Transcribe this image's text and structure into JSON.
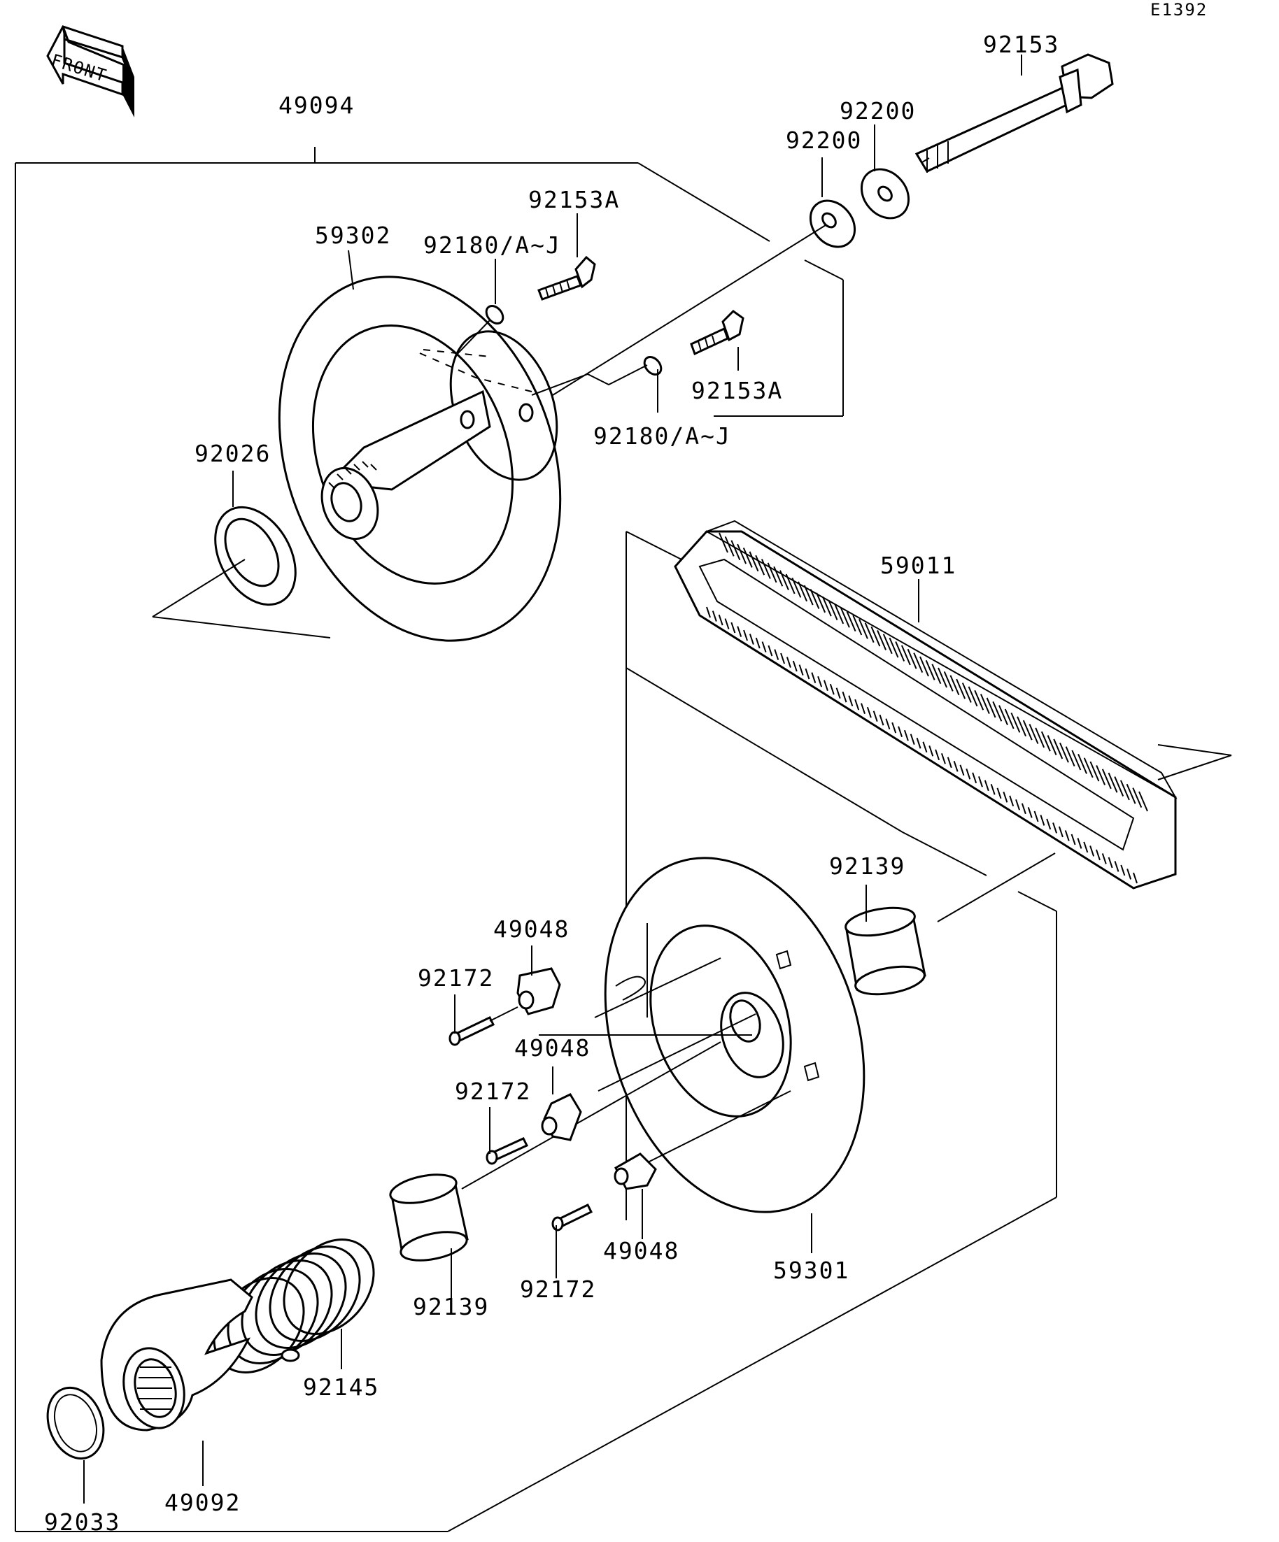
{
  "diagram_code": "E1392",
  "front_label": "FRONT",
  "parts": {
    "p49094": "49094",
    "p92153": "92153",
    "p92200_a": "92200",
    "p92200_b": "92200",
    "p92153A_a": "92153A",
    "p92153A_b": "92153A",
    "p59302": "59302",
    "p92180_a": "92180/A~J",
    "p92180_b": "92180/A~J",
    "p92026": "92026",
    "p59011": "59011",
    "p92139_a": "92139",
    "p92139_b": "92139",
    "p49048_a": "49048",
    "p49048_b": "49048",
    "p49048_c": "49048",
    "p92172_a": "92172",
    "p92172_b": "92172",
    "p92172_c": "92172",
    "p59301": "59301",
    "p92145": "92145",
    "p92033": "92033",
    "p49092": "49092"
  }
}
